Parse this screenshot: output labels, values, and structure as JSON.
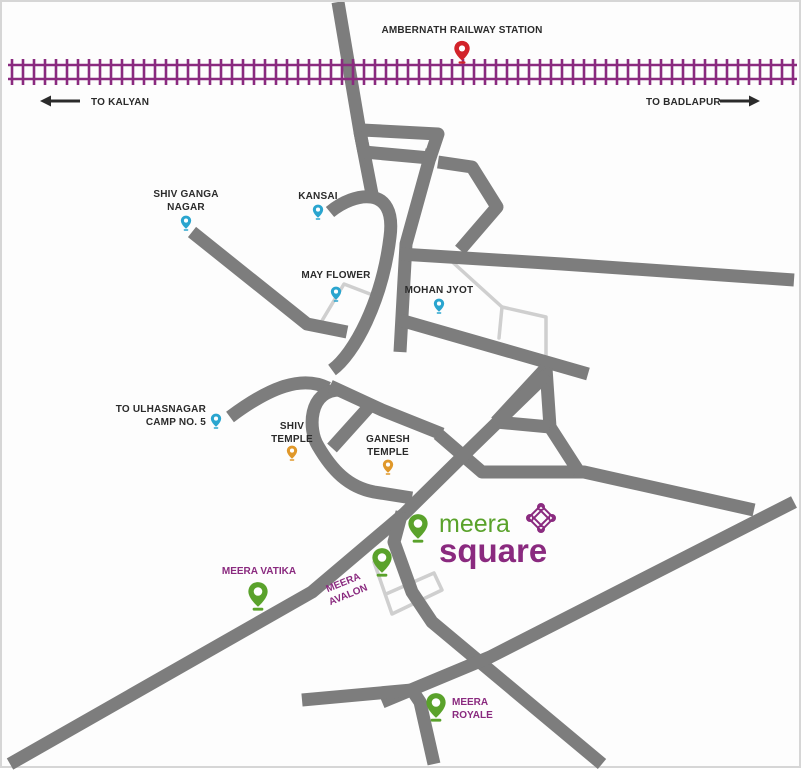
{
  "colors": {
    "road": "#7d7d7d",
    "lane": "#cfcfcf",
    "railway": "#8a2a7f",
    "station_pin": "#d2232a",
    "place_pin": "#2aa5cf",
    "temple_pin": "#e0982a",
    "project_pin": "#5aa22b",
    "project_text": "#8a2a7f"
  },
  "railway": {
    "station": "AMBERNATH RAILWAY STATION",
    "left_direction": "TO KALYAN",
    "right_direction": "TO BADLAPUR"
  },
  "places": {
    "shiv_ganga_1": "SHIV GANGA",
    "shiv_ganga_2": "NAGAR",
    "kansai": "KANSAI",
    "may_flower": "MAY FLOWER",
    "mohan_jyot": "MOHAN JYOT",
    "ulhasnagar_1": "TO ULHASNAGAR",
    "ulhasnagar_2": "CAMP NO. 5",
    "shiv_temple_1": "SHIV",
    "shiv_temple_2": "TEMPLE",
    "ganesh_temple_1": "GANESH",
    "ganesh_temple_2": "TEMPLE"
  },
  "projects": {
    "meera_vatika": "MEERA VATIKA",
    "meera_avalon_1": "MEERA",
    "meera_avalon_2": "AVALON",
    "meera_royale_1": "MEERA",
    "meera_royale_2": "ROYALE"
  },
  "brand": {
    "line1": "meera",
    "line2": "square"
  },
  "icons": {
    "pin": "map-pin-icon",
    "arrow_left": "arrow-left-icon",
    "arrow_right": "arrow-right-icon",
    "logo": "ornament-logo-icon"
  }
}
